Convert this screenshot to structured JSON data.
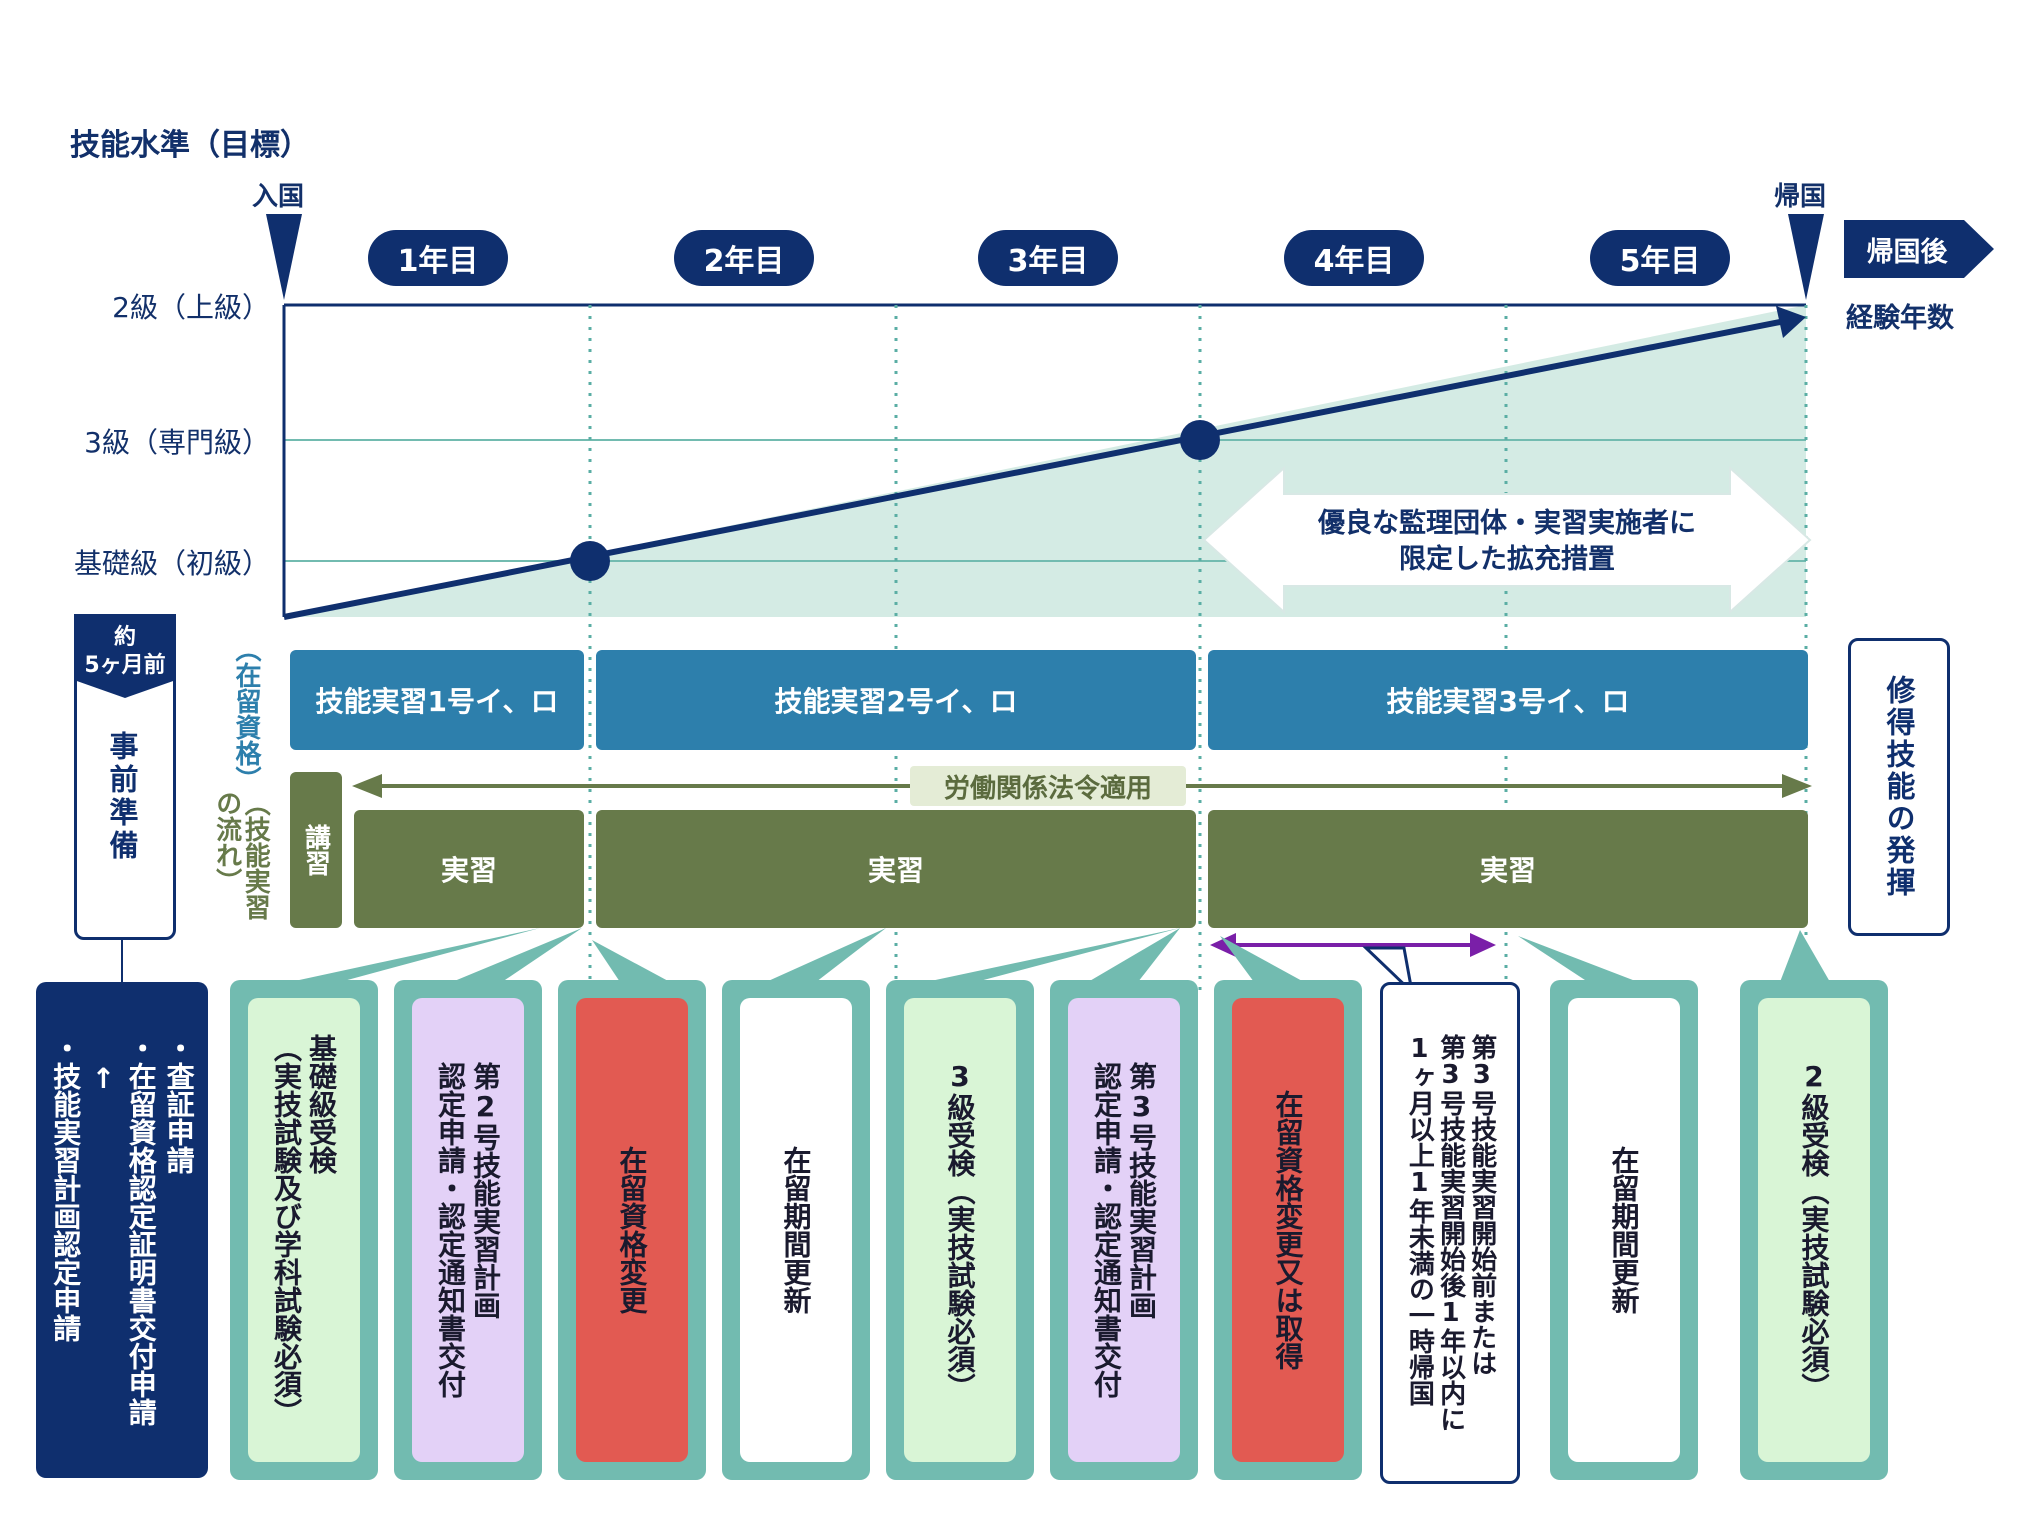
{
  "title": "技能水準（目標）",
  "markers": {
    "entry": "入国",
    "return": "帰国"
  },
  "years": [
    "1年目",
    "2年目",
    "3年目",
    "4年目",
    "5年目"
  ],
  "after_return": {
    "label": "帰国後",
    "sublabel": "経験年数"
  },
  "levels": [
    "2級（上級）",
    "3級（専門級）",
    "基礎級（初級）"
  ],
  "expansion_note": "優良な監理団体・実習実施者に\n限定した拡充措置",
  "row_labels": {
    "status": "（在留資格）",
    "flow": "（技能実習の流れ）"
  },
  "status_bars": [
    "技能実習1号イ、ロ",
    "技能実習2号イ、ロ",
    "技能実習3号イ、ロ"
  ],
  "labor_law": "労働関係法令適用",
  "lecture": "講習",
  "practice": [
    "実習",
    "実習",
    "実習"
  ],
  "prep": {
    "timing": "約\n5ヶ月前",
    "label": "事前準備"
  },
  "skill_box": "修得技能の発揮",
  "prep_detail": "・査証申請\n・在留資格認定証明書交付申請\n　↑\n・技能実習計画認定申請",
  "cards": [
    {
      "text": "基礎級受検\n（実技試験及び学科試験必須）",
      "fill": "#d9f5d6"
    },
    {
      "text": "第2号技能実習計画\n認定申請・認定通知書交付",
      "fill": "#e3d1f7"
    },
    {
      "text": "在留資格変更",
      "fill": "#e25a52"
    },
    {
      "text": "在留期間更新",
      "fill": "#ffffff"
    },
    {
      "text": "3級受検（実技試験必須）",
      "fill": "#d9f5d6"
    },
    {
      "text": "第3号技能実習計画\n認定申請・認定通知書交付",
      "fill": "#e3d1f7"
    },
    {
      "text": "在留資格変更又は取得",
      "fill": "#e25a52"
    },
    {
      "text": "在留期間更新",
      "fill": "#ffffff"
    },
    {
      "text": "2級受検（実技試験必須）",
      "fill": "#d9f5d6"
    }
  ],
  "temp_return_note": "第3号技能実習開始前または\n第3号技能実習開始後1年以内に\n1ヶ月以上1年未満の一時帰国",
  "colors": {
    "navy": "#0f2f6e",
    "teal": "#72bbb0",
    "steel_blue": "#2d7fac",
    "olive": "#677a4a",
    "purple": "#7a1fa8",
    "red": "#e25a52"
  }
}
